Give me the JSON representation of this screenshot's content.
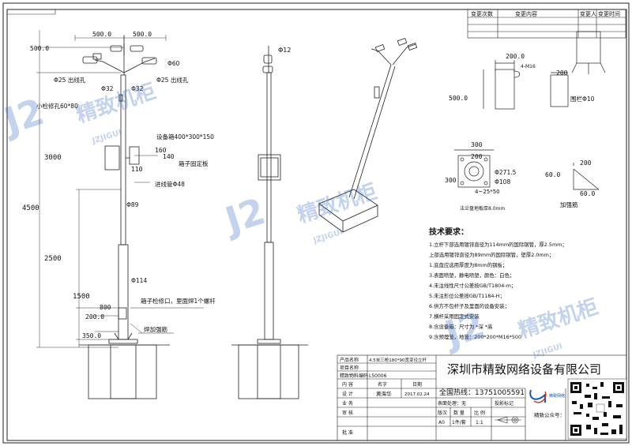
{
  "revision_table": {
    "headers": [
      "变更次数",
      "变更内容",
      "变更人",
      "变更时间"
    ]
  },
  "pole_front": {
    "dims": {
      "arm_left": "500.0",
      "arm_right": "500.0",
      "arm_height": "500.0",
      "pipe_d60": "Φ60",
      "outlet_left": "Φ25 出线孔",
      "outlet_right": "Φ25 出线孔",
      "d32_left": "Φ32",
      "d32_right": "Φ32",
      "small_hole": "小检修孔60*80",
      "box": "设备箱400*300*150",
      "d160": "160",
      "d140": "140",
      "d110": "110",
      "box_plate": "箱子固定板",
      "conduit": "进线管Φ48",
      "total": "4500",
      "upper": "3000",
      "lower": "2500",
      "d89": "Φ89",
      "d114": "Φ114",
      "d1500": "1500",
      "d800": "800",
      "d2000": "200.0",
      "d350": "350.0",
      "access": "箱子检修口，里面焊1个螺杆",
      "rib": "焊加强筋"
    }
  },
  "pole_side": {
    "d12": "Φ12"
  },
  "details": {
    "bracket_w": "200.0",
    "bracket_h": "500.0",
    "bolt": "4-M16",
    "bracket_w2": "200",
    "rail": "围栏Φ10",
    "flange_top": "300",
    "flange_200": "200",
    "flange_300": "300",
    "flange_d271": "Φ271.5",
    "flange_d108": "Φ108",
    "flange_holes": "4~25*50",
    "flange_caption": "法兰盘地板厚8.0mm",
    "rib_200": "200",
    "rib_600": "60.0",
    "rib_60": "60.0",
    "rib_caption": "加强筋"
  },
  "tech": {
    "title": "技术要求：",
    "lines": [
      "1.立杆下部选用镀锌直径为114mm的国际钢管，厚2.5mm；",
      "上部选用镀锌直径为89mm的国际钢管，壁厚2.0mm；",
      "1.底盘应选用厚度为8mm的钢板；",
      "3.表面喷塑，静电喷塑，颜色：白色；",
      "4.未注线性尺寸公差按GB/T1804-m；",
      "5.未注形位公差按GB/T1184-H；",
      "6.供方不包杆子及里面的设备安装；",
      "7.横杆采用固定式安装",
      "8.含设备箱：尺寸为    *深    *高",
      "9.含预埋笼，地笼：200*200*M16*500"
    ]
  },
  "title_block": {
    "product_name_label": "产品名称",
    "product_name": "4.5米三枪180*90宽变径立杆",
    "project_name_label": "项目名称",
    "code_label": "精致物料编码",
    "code": "L50006",
    "content_label": "内 容",
    "name_label": "名字",
    "date_label": "日期",
    "design_label": "设 计",
    "designer": "黄海华",
    "design_date": "2017.02.24",
    "business_label": "业 务",
    "review_label": "审 核",
    "approve_label": "批 准",
    "surface_label": "表面处理：无",
    "projection_label": "投影标记",
    "ver_label": "版次",
    "qty_label": "数 量",
    "scale_label": "比 例",
    "ver": "A0",
    "qty": "1件/套",
    "scale": "1:1",
    "company": "深圳市精致网络设备有限公司",
    "hotline": "全国热线：13751005591",
    "wechat_label": "精致公众号：",
    "logo_text": "精致网络"
  },
  "watermark": {
    "text": "精致机柜",
    "sub": "JZJIGUI"
  }
}
